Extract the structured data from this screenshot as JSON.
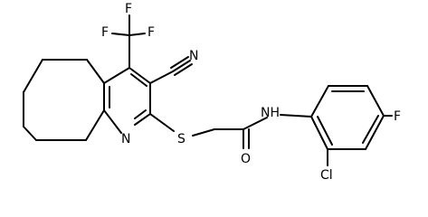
{
  "molecule": {
    "atoms": {
      "F_top": "F",
      "F_left": "F",
      "F_right": "F",
      "N_nitrile": "N",
      "N_ring": "N",
      "S": "S",
      "O": "O",
      "NH": "NH",
      "Cl": "Cl",
      "F_phenyl": "F"
    }
  }
}
